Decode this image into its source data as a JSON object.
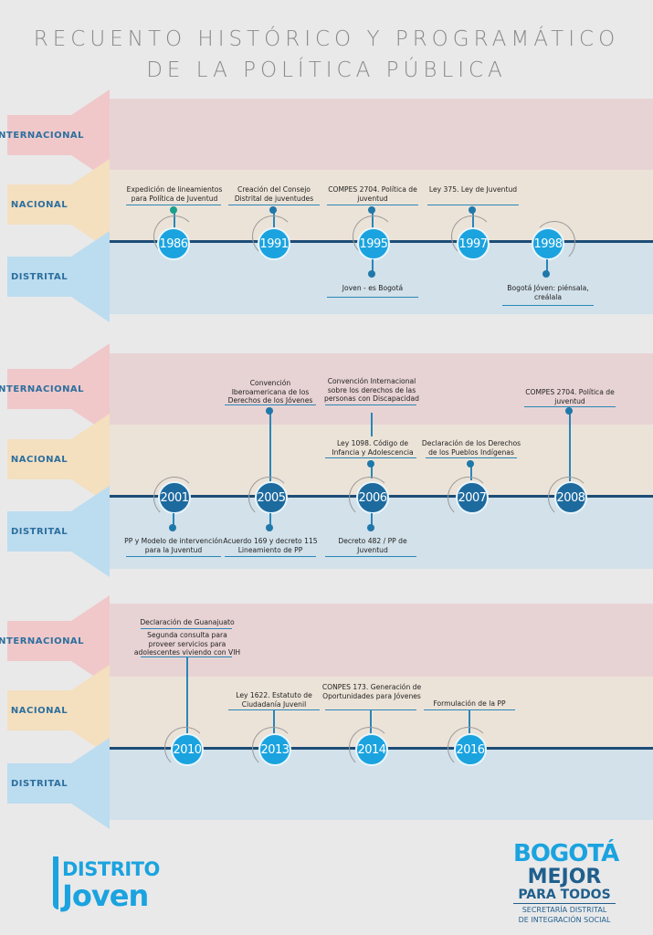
{
  "title": {
    "line1": "RECUENTO HISTÓRICO Y PROGRAMÁTICO",
    "line2": "DE LA POLÍTICA PÚBLICA"
  },
  "row_labels": {
    "internacional": "INTERNACIONAL",
    "nacional": "NACIONAL",
    "distrital": "DISTRITAL"
  },
  "colors": {
    "background": "#e9e9ea",
    "internacional": "#e8d3d4",
    "nacional": "#ece3d8",
    "distrital": "#d2e1ea",
    "axis": "#1d4d77",
    "node": "#1aa3df",
    "node_dark": "#1d6a9e",
    "label_text": "#2d6f9d"
  },
  "timeline1": {
    "years": [
      "1986",
      "1991",
      "1995",
      "1997",
      "1998"
    ],
    "events": {
      "e1986": "Expedición de lineamientos para Política de Juventud",
      "e1991": "Creación del Consejo Distrital de juventudes",
      "e1995a": "COMPES 2704. Política de juventud",
      "e1995b": "Joven - es Bogotá",
      "e1997": "Ley 375. Ley de Juventud",
      "e1998": "Bogotá Jóven: piénsala, creálala"
    }
  },
  "timeline2": {
    "years": [
      "2001",
      "2005",
      "2006",
      "2007",
      "2008"
    ],
    "events": {
      "e2001": "PP y Modelo de intervención para la Juventud",
      "e2005a": "Convención Iberoamericana de los Derechos de los Jóvenes",
      "e2005b": "Acuerdo 169 y decreto 115 Lineamiento de PP",
      "e2006a": "Convención Internacional sobre los derechos de las personas con Discapacidad",
      "e2006b": "Ley 1098. Código de Infancia y Adolescencia",
      "e2006c": "Decreto 482 / PP de Juventud",
      "e2007": "Declaración de los Derechos de los Pueblos Indígenas",
      "e2008": "COMPES 2704. Política de juventud"
    }
  },
  "timeline3": {
    "years": [
      "2010",
      "2013",
      "2014",
      "2016"
    ],
    "events": {
      "e2010a": "Declaración de Guanajuato",
      "e2010b": "Segunda consulta para proveer servicios para adolescentes viviendo con VIH",
      "e2013": "Ley 1622. Estatuto de Ciudadanía Juvenil",
      "e2014": "CONPES 173. Generación de Oportunidades para Jóvenes",
      "e2016": "Formulación de la PP"
    }
  },
  "logos": {
    "distrito_line1": "DISTRITO",
    "distrito_line2": "Joven",
    "bogota_line1": "BOGOTÁ",
    "bogota_line2": "MEJOR",
    "bogota_line3": "PARA TODOS",
    "bogota_line4": "SECRETARÍA DISTRITAL",
    "bogota_line5": "DE INTEGRACIÓN SOCIAL"
  }
}
